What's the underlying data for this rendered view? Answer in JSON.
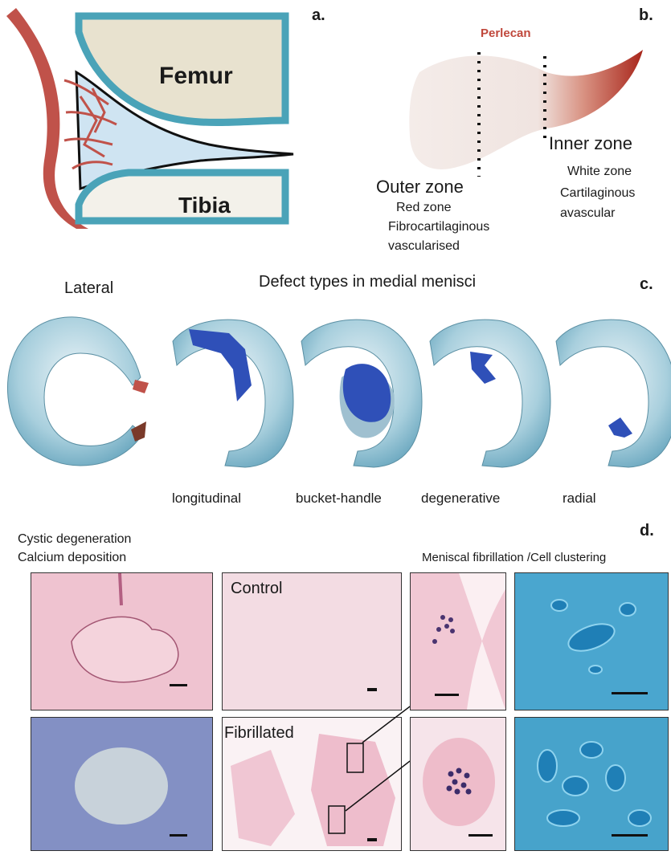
{
  "panel_a": {
    "letter": "a.",
    "femur_label": "Femur",
    "tibia_label": "Tibia"
  },
  "panel_b": {
    "letter": "b.",
    "stain_label": "Perlecan",
    "outer_zone": {
      "title": "Outer zone",
      "line1": "Red zone",
      "line2": "Fibrocartilaginous",
      "line3": "vascularised"
    },
    "inner_zone": {
      "title": "Inner zone",
      "line1": "White zone",
      "line2": "Cartilaginous",
      "line3": "avascular"
    }
  },
  "panel_c": {
    "letter": "c.",
    "lateral_label": "Lateral",
    "heading": "Defect types in medial menisci",
    "defects": [
      "longitudinal",
      "bucket-handle",
      "degenerative",
      "radial"
    ]
  },
  "panel_d": {
    "letter": "d.",
    "left_title_line1": "Cystic degeneration",
    "left_title_line2": "Calcium deposition",
    "right_title": "Meniscal fibrillation /Cell clustering",
    "control_label": "Control",
    "fibrillated_label": "Fibrillated"
  },
  "colors": {
    "meniscus_blue": "#7fb3c8",
    "defect_blue": "#2f50b8",
    "vessel_red": "#c0524a",
    "perlecan_red": "#c0483c",
    "he_pink": "#eec0cc",
    "alcian_blue": "#4aa6cf",
    "toluidine": "#8a93c4"
  }
}
